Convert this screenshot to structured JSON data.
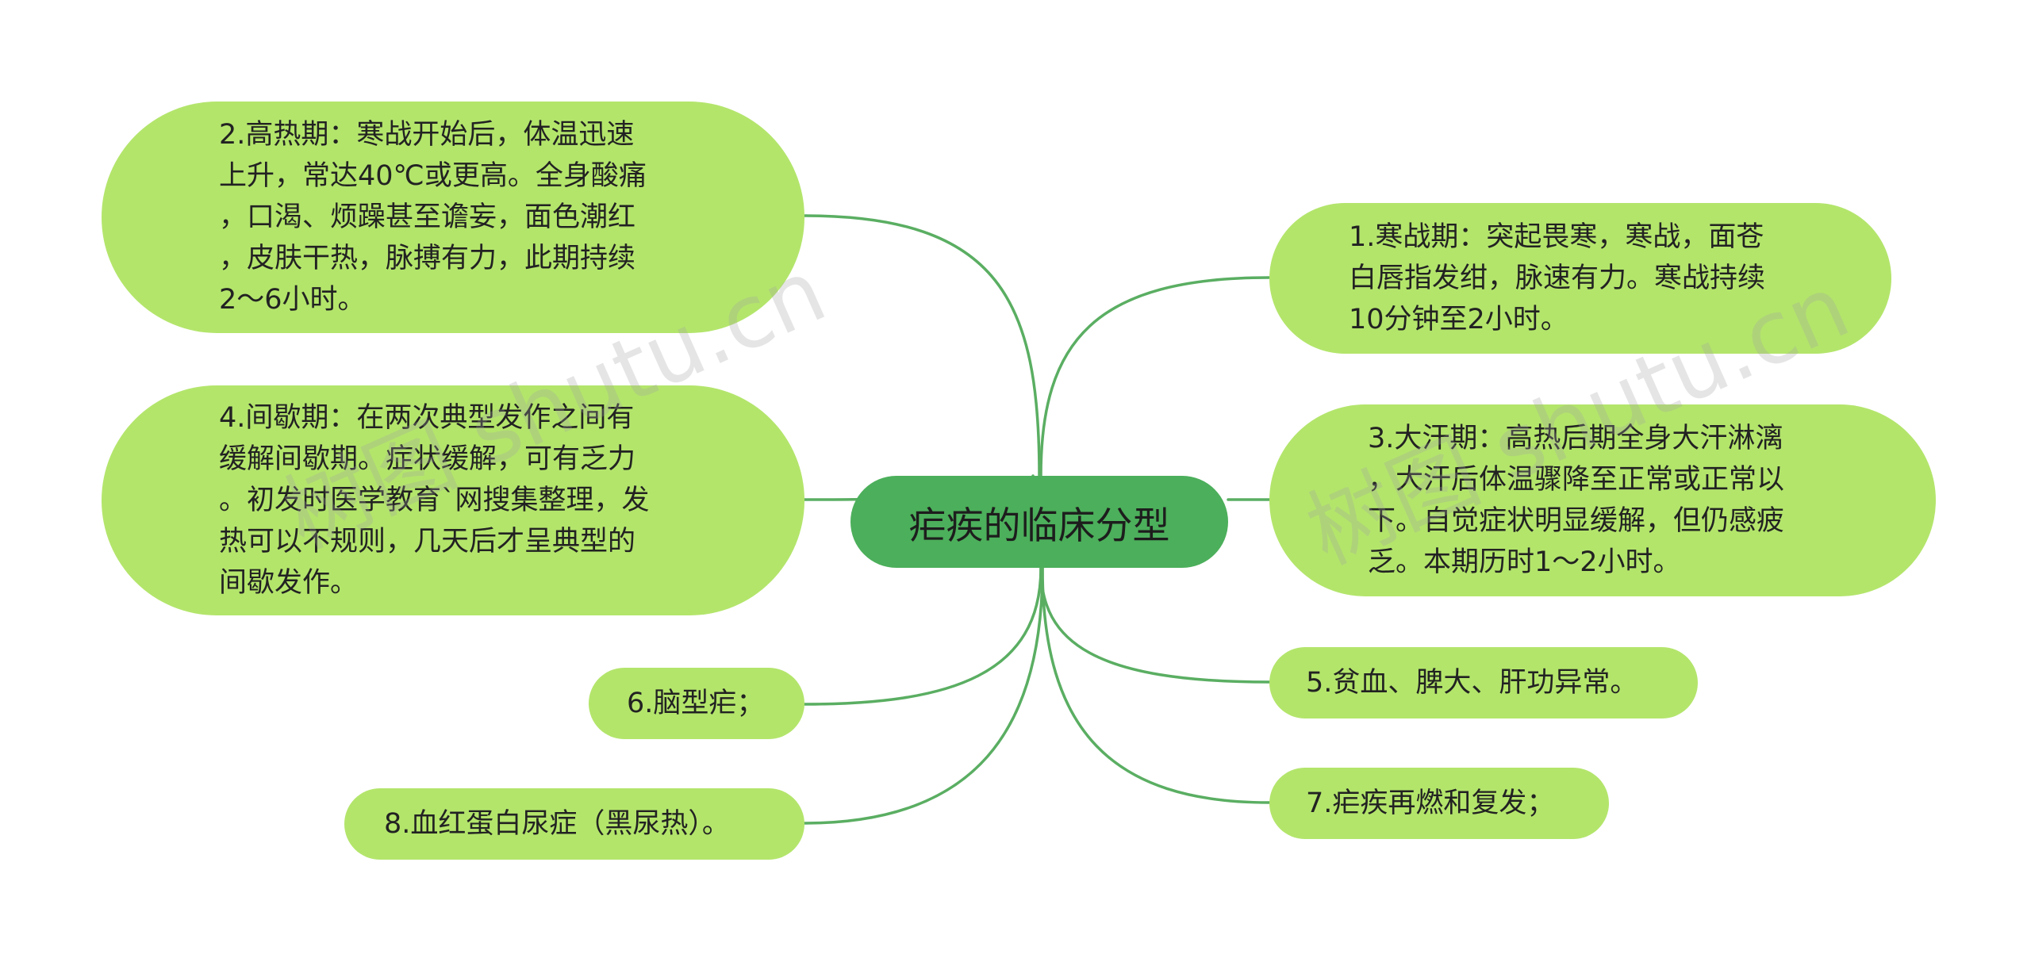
{
  "central_topic": "疟疾的临床分型",
  "watermark": "树图 shutu.cn",
  "colors": {
    "background": "#ffffff",
    "central_fill": "#4caf5b",
    "node_fill": "#b3e56b",
    "connector": "#5aae62",
    "text": "#222222"
  },
  "branches": [
    {
      "id": "n2",
      "side": "left",
      "lines": [
        "2.高热期：寒战开始后，体温迅速",
        "上升，常达40℃或更高。全身酸痛",
        "，口渴、烦躁甚至谵妄，面色潮红",
        "，皮肤干热，脉搏有力，此期持续",
        "2～6小时。"
      ]
    },
    {
      "id": "n4",
      "side": "left",
      "lines": [
        "4.间歇期：在两次典型发作之间有",
        "缓解间歇期。症状缓解，可有乏力",
        "。初发时医学教育`网搜集整理，发",
        "热可以不规则，几天后才呈典型的",
        "间歇发作。"
      ]
    },
    {
      "id": "n6",
      "side": "left",
      "lines": [
        "6.脑型疟；"
      ]
    },
    {
      "id": "n8",
      "side": "left",
      "lines": [
        "8.血红蛋白尿症（黑尿热）。"
      ]
    },
    {
      "id": "n1",
      "side": "right",
      "lines": [
        "1.寒战期：突起畏寒，寒战，面苍",
        "白唇指发绀，脉速有力。寒战持续",
        "10分钟至2小时。"
      ]
    },
    {
      "id": "n3",
      "side": "right",
      "lines": [
        "3.大汗期：高热后期全身大汗淋漓",
        "，大汗后体温骤降至正常或正常以",
        "下。自觉症状明显缓解，但仍感疲",
        "乏。本期历时1～2小时。"
      ]
    },
    {
      "id": "n5",
      "side": "right",
      "lines": [
        "5.贫血、脾大、肝功异常。"
      ]
    },
    {
      "id": "n7",
      "side": "right",
      "lines": [
        "7.疟疾再燃和复发；"
      ]
    }
  ]
}
